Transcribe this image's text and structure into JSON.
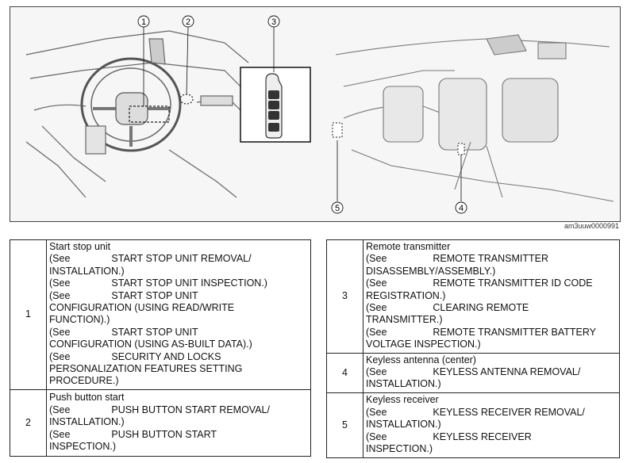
{
  "figure": {
    "callouts": [
      "1",
      "2",
      "3",
      "4",
      "5"
    ],
    "code": "am3uuw0000991"
  },
  "left_table": [
    {
      "num": "1",
      "title": "Start stop unit",
      "refs": [
        {
          "see": "(See",
          "l1": "START STOP UNIT REMOVAL/",
          "l2": "INSTALLATION.)"
        },
        {
          "see": "(See",
          "l1": "START STOP UNIT INSPECTION.)",
          "l2": ""
        },
        {
          "see": "(See",
          "l1": "START STOP UNIT",
          "l2": "CONFIGURATION (USING READ/WRITE FUNCTION).)"
        },
        {
          "see": "(See",
          "l1": "START STOP UNIT",
          "l2": "CONFIGURATION (USING AS-BUILT DATA).)"
        },
        {
          "see": "(See",
          "l1": "SECURITY AND LOCKS",
          "l2": "PERSONALIZATION FEATURES SETTING PROCEDURE.)"
        }
      ]
    },
    {
      "num": "2",
      "title": "Push button start",
      "refs": [
        {
          "see": "(See",
          "l1": "PUSH BUTTON START REMOVAL/",
          "l2": "INSTALLATION.)"
        },
        {
          "see": "(See",
          "l1": "PUSH BUTTON START",
          "l2": "INSPECTION.)"
        }
      ]
    }
  ],
  "right_table": [
    {
      "num": "3",
      "title": "Remote transmitter",
      "refs": [
        {
          "see": "(See",
          "l1": "REMOTE TRANSMITTER",
          "l2": "DISASSEMBLY/ASSEMBLY.)"
        },
        {
          "see": "(See",
          "l1": "REMOTE TRANSMITTER ID CODE",
          "l2": "REGISTRATION.)"
        },
        {
          "see": "(See",
          "l1": "CLEARING REMOTE",
          "l2": "TRANSMITTER.)"
        },
        {
          "see": "(See",
          "l1": "REMOTE TRANSMITTER BATTERY",
          "l2": "VOLTAGE INSPECTION.)"
        }
      ]
    },
    {
      "num": "4",
      "title": "Keyless antenna (center)",
      "refs": [
        {
          "see": "(See",
          "l1": "KEYLESS ANTENNA REMOVAL/",
          "l2": "INSTALLATION.)"
        }
      ]
    },
    {
      "num": "5",
      "title": "Keyless receiver",
      "refs": [
        {
          "see": "(See",
          "l1": "KEYLESS RECEIVER REMOVAL/",
          "l2": "INSTALLATION.)"
        },
        {
          "see": "(See",
          "l1": "KEYLESS RECEIVER",
          "l2": "INSPECTION.)"
        }
      ]
    }
  ]
}
